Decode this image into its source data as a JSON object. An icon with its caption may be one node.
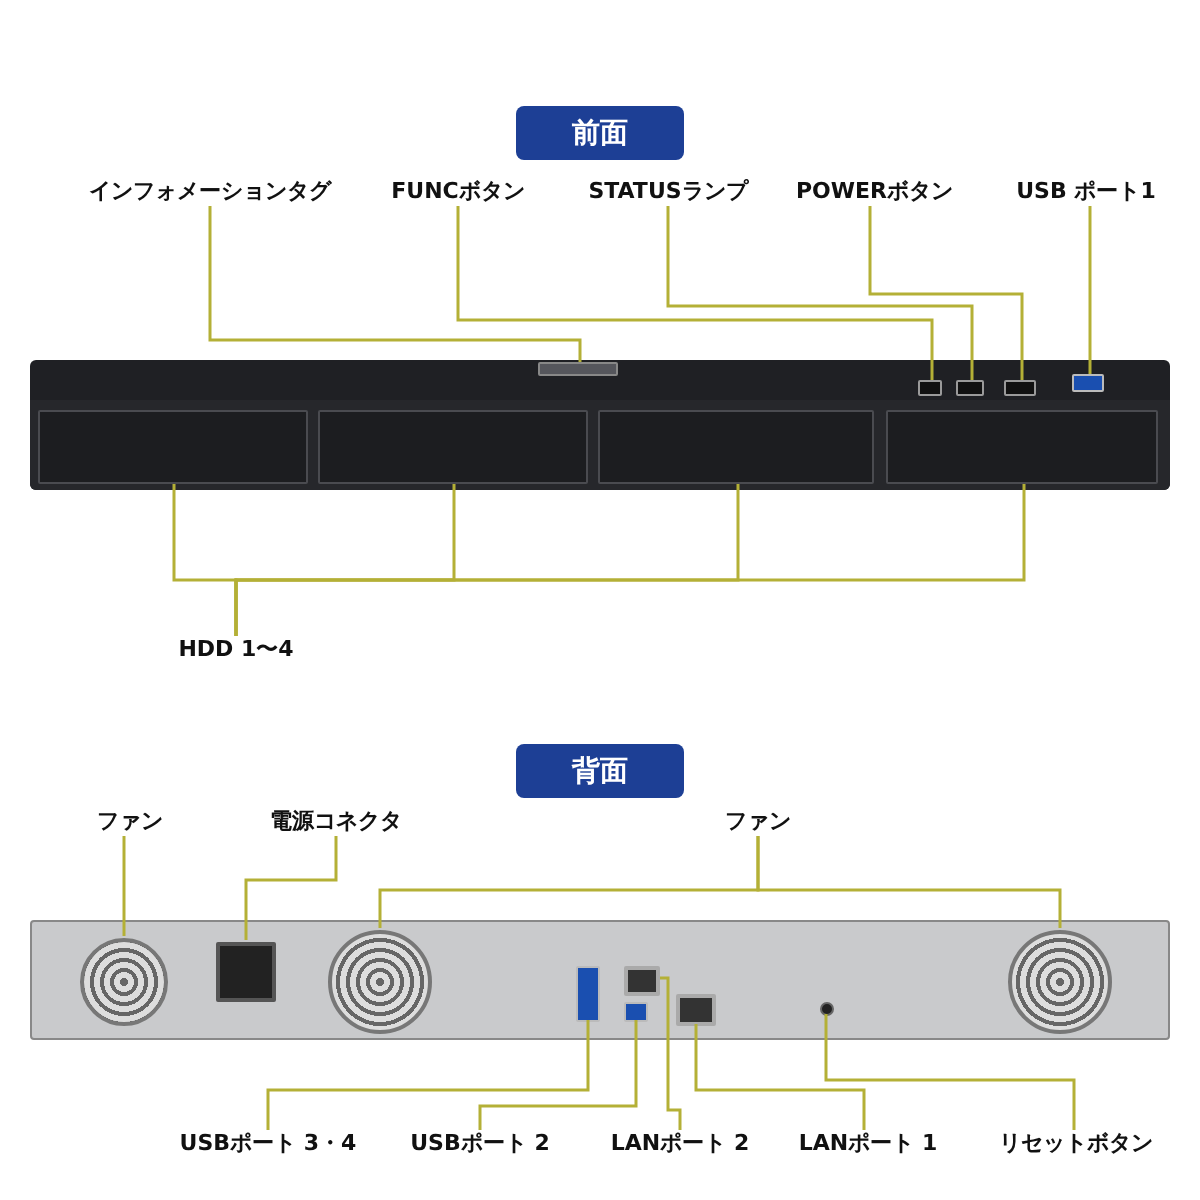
{
  "diagram": {
    "nodes": [
      {
        "text": [
          "前面"
        ]
      },
      {
        "text": [
          "インフォメーションタグ"
        ]
      },
      {
        "text": [
          "FUNCボタン"
        ]
      },
      {
        "text": [
          "STATUSランプ"
        ]
      },
      {
        "text": [
          "POWERボタン"
        ]
      },
      {
        "text": [
          "USB ポート1"
        ]
      },
      {
        "text": [],
        "shape": "picture"
      },
      {
        "text": [],
        "shape": "box",
        "in": 6
      },
      {
        "text": [],
        "shape": "box",
        "in": 6
      },
      {
        "text": [],
        "shape": "box",
        "in": 6
      },
      {
        "text": [],
        "shape": "box",
        "in": 6
      },
      {
        "text": [],
        "shape": "box",
        "in": 6
      },
      {
        "text": [],
        "shape": "box",
        "in": 6
      },
      {
        "text": [],
        "shape": "box",
        "in": 6
      },
      {
        "text": [],
        "shape": "box",
        "in": 6
      },
      {
        "text": [],
        "shape": "box",
        "in": 6
      },
      {
        "text": [
          "HDD 1〜4"
        ]
      },
      {
        "text": [
          "背面"
        ]
      },
      {
        "text": [
          "ファン"
        ]
      },
      {
        "text": [
          "電源コネクタ"
        ]
      },
      {
        "text": [
          "ファン"
        ]
      },
      {
        "text": [],
        "shape": "picture"
      },
      {
        "text": [],
        "shape": "circle",
        "in": 21
      },
      {
        "text": [],
        "shape": "box",
        "in": 21
      },
      {
        "text": [],
        "shape": "circle",
        "in": 21
      },
      {
        "text": [],
        "shape": "circle",
        "in": 21
      },
      {
        "text": [],
        "shape": "box",
        "in": 21
      },
      {
        "text": [],
        "shape": "box",
        "in": 21
      },
      {
        "text": [],
        "shape": "box",
        "in": 21
      },
      {
        "text": [],
        "shape": "box",
        "in": 21
      },
      {
        "text": [],
        "shape": "circle",
        "in": 21
      },
      {
        "text": [
          "USBポート 3・4"
        ]
      },
      {
        "text": [
          "USBポート 2"
        ]
      },
      {
        "text": [
          "LANポート 2"
        ]
      },
      {
        "text": [
          "LANポート 1"
        ]
      },
      {
        "text": [
          "リセットボタン"
        ]
      }
    ],
    "edges": [
      {
        "from": 1,
        "to": 7,
        "arrow": "none"
      },
      {
        "from": 2,
        "to": 8,
        "arrow": "none"
      },
      {
        "from": 3,
        "to": 9,
        "arrow": "none"
      },
      {
        "from": 4,
        "to": 10,
        "arrow": "none"
      },
      {
        "from": 5,
        "to": 11,
        "arrow": "none"
      },
      {
        "from": 16,
        "to": 12,
        "arrow": "none"
      },
      {
        "from": 16,
        "to": 13,
        "arrow": "none"
      },
      {
        "from": 16,
        "to": 14,
        "arrow": "none"
      },
      {
        "from": 16,
        "to": 15,
        "arrow": "none"
      },
      {
        "from": 18,
        "to": 22,
        "arrow": "none"
      },
      {
        "from": 19,
        "to": 23,
        "arrow": "none"
      },
      {
        "from": 20,
        "to": 24,
        "arrow": "none"
      },
      {
        "from": 20,
        "to": 25,
        "arrow": "none"
      },
      {
        "from": 31,
        "to": 26,
        "arrow": "none"
      },
      {
        "from": 32,
        "to": 27,
        "arrow": "none"
      },
      {
        "from": 33,
        "to": 28,
        "arrow": "none"
      },
      {
        "from": 34,
        "to": 29,
        "arrow": "none"
      },
      {
        "from": 35,
        "to": 30,
        "arrow": "none"
      }
    ]
  }
}
